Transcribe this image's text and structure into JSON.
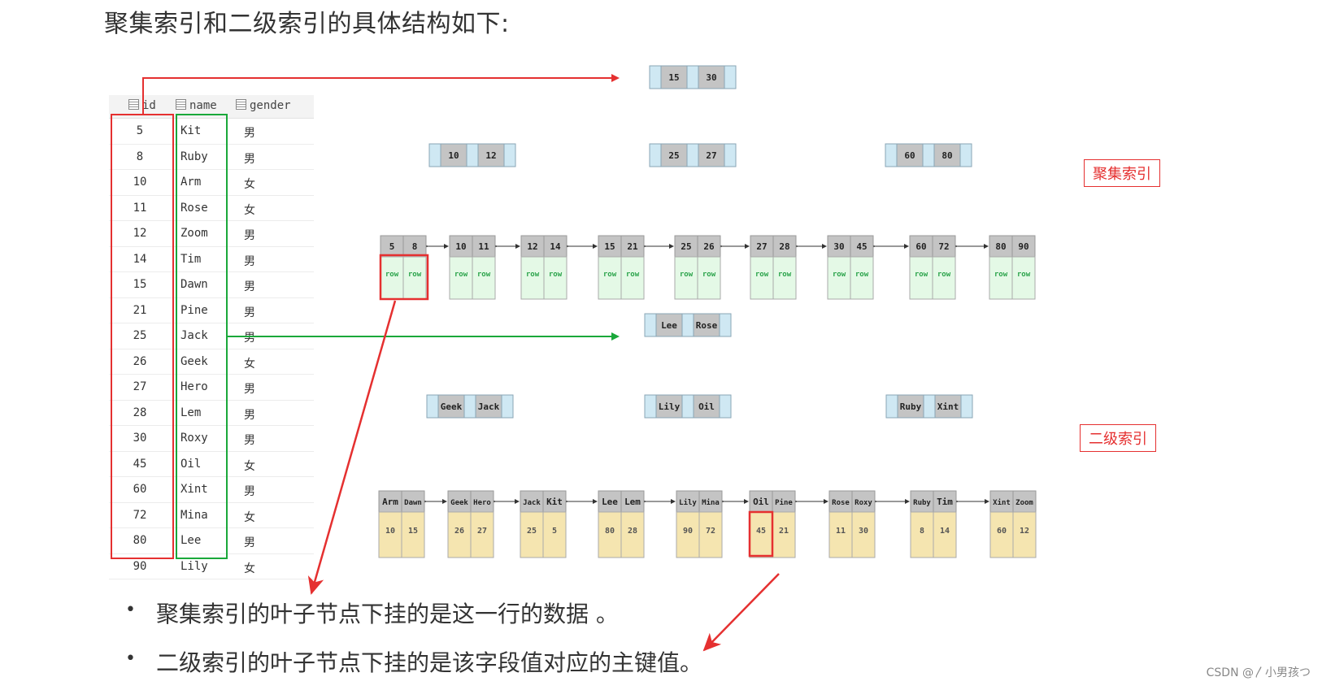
{
  "heading": "聚集索引和二级索引的具体结构如下:",
  "table": {
    "headers": [
      "id",
      "name",
      "gender"
    ],
    "rows": [
      [
        "5",
        "Kit",
        "男"
      ],
      [
        "8",
        "Ruby",
        "男"
      ],
      [
        "10",
        "Arm",
        "女"
      ],
      [
        "11",
        "Rose",
        "女"
      ],
      [
        "12",
        "Zoom",
        "男"
      ],
      [
        "14",
        "Tim",
        "男"
      ],
      [
        "15",
        "Dawn",
        "男"
      ],
      [
        "21",
        "Pine",
        "男"
      ],
      [
        "25",
        "Jack",
        "男"
      ],
      [
        "26",
        "Geek",
        "女"
      ],
      [
        "27",
        "Hero",
        "男"
      ],
      [
        "28",
        "Lem",
        "男"
      ],
      [
        "30",
        "Roxy",
        "男"
      ],
      [
        "45",
        "Oil",
        "女"
      ],
      [
        "60",
        "Xint",
        "男"
      ],
      [
        "72",
        "Mina",
        "女"
      ],
      [
        "80",
        "Lee",
        "男"
      ],
      [
        "90",
        "Lily",
        "女"
      ]
    ]
  },
  "labels": {
    "clustered": "聚集索引",
    "secondary": "二级索引"
  },
  "clustered_tree": {
    "root": [
      "15",
      "30"
    ],
    "internal": [
      [
        "10",
        "12"
      ],
      [
        "25",
        "27"
      ],
      [
        "60",
        "80"
      ]
    ],
    "leaves": [
      [
        "5",
        "8"
      ],
      [
        "10",
        "11"
      ],
      [
        "12",
        "14"
      ],
      [
        "15",
        "21"
      ],
      [
        "25",
        "26"
      ],
      [
        "27",
        "28"
      ],
      [
        "30",
        "45"
      ],
      [
        "60",
        "72"
      ],
      [
        "80",
        "90"
      ]
    ],
    "row_text": "row"
  },
  "secondary_tree": {
    "root": [
      "Lee",
      "Rose"
    ],
    "internal": [
      [
        "Geek",
        "Jack"
      ],
      [
        "Lily",
        "Oil"
      ],
      [
        "Ruby",
        "Xint"
      ]
    ],
    "leaves": [
      {
        "keys": [
          "Arm",
          "Dawn"
        ],
        "ids": [
          "10",
          "15"
        ]
      },
      {
        "keys": [
          "Geek",
          "Hero"
        ],
        "ids": [
          "26",
          "27"
        ]
      },
      {
        "keys": [
          "Jack",
          "Kit"
        ],
        "ids": [
          "25",
          "5"
        ]
      },
      {
        "keys": [
          "Lee",
          "Lem"
        ],
        "ids": [
          "80",
          "28"
        ]
      },
      {
        "keys": [
          "Lily",
          "Mina"
        ],
        "ids": [
          "90",
          "72"
        ]
      },
      {
        "keys": [
          "Oil",
          "Pine"
        ],
        "ids": [
          "45",
          "21"
        ]
      },
      {
        "keys": [
          "Rose",
          "Roxy"
        ],
        "ids": [
          "11",
          "30"
        ]
      },
      {
        "keys": [
          "Ruby",
          "Tim"
        ],
        "ids": [
          "8",
          "14"
        ]
      },
      {
        "keys": [
          "Xint",
          "Zoom"
        ],
        "ids": [
          "60",
          "12"
        ]
      }
    ]
  },
  "bullets": [
    "聚集索引的叶子节点下挂的是这一行的数据 。",
    "二级索引的叶子节点下挂的是该字段值对应的主键值。"
  ],
  "watermark": "CSDN @〳小男孩つ",
  "colors": {
    "key_gray": "#c4c4c4",
    "ptr_blue": "#cfe8f3",
    "row_green": "#e4f9e6",
    "id_yellow": "#f5e5b0",
    "line_blue": "#5a5fc0",
    "highlight_red": "#e53030",
    "highlight_green": "#1aa83a"
  }
}
